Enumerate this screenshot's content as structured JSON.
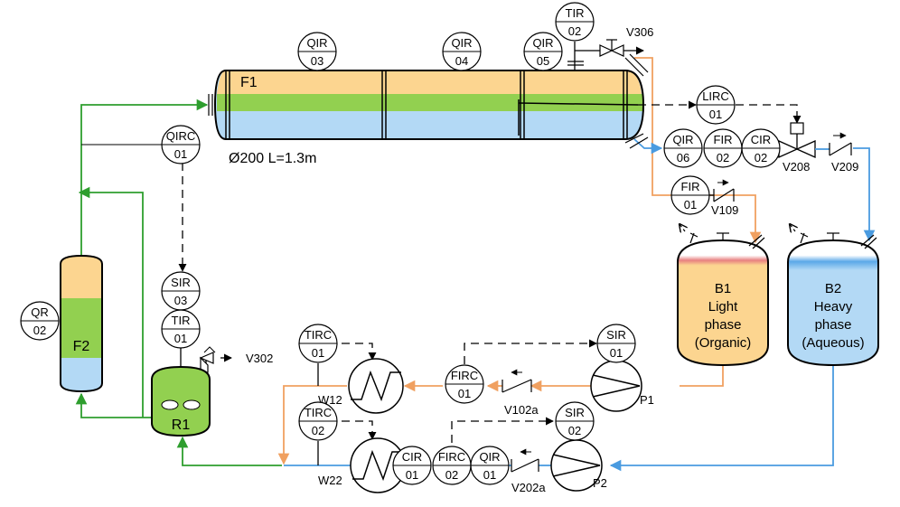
{
  "column": {
    "label": "F1",
    "dimensions": "Ø200  L=1.3m"
  },
  "vessels": {
    "b1": {
      "label": "B1",
      "line1": "Light",
      "line2": "phase",
      "line3": "(Organic)"
    },
    "b2": {
      "label": "B2",
      "line1": "Heavy",
      "line2": "phase",
      "line3": "(Aqueous)"
    },
    "f2": {
      "label": "F2"
    },
    "r1": {
      "label": "R1"
    }
  },
  "instruments": [
    {
      "id": "qir03",
      "top": "QIR",
      "bottom": "03"
    },
    {
      "id": "qir04",
      "top": "QIR",
      "bottom": "04"
    },
    {
      "id": "qir05",
      "top": "QIR",
      "bottom": "05"
    },
    {
      "id": "tir02",
      "top": "TIR",
      "bottom": "02"
    },
    {
      "id": "lirc01",
      "top": "LIRC",
      "bottom": "01"
    },
    {
      "id": "qir06",
      "top": "QIR",
      "bottom": "06"
    },
    {
      "id": "fir02",
      "top": "FIR",
      "bottom": "02"
    },
    {
      "id": "cir02",
      "top": "CIR",
      "bottom": "02"
    },
    {
      "id": "fir01",
      "top": "FIR",
      "bottom": "01"
    },
    {
      "id": "qirc01",
      "top": "QIRC",
      "bottom": "01"
    },
    {
      "id": "qr02",
      "top": "QR",
      "bottom": "02"
    },
    {
      "id": "sir03",
      "top": "SIR",
      "bottom": "03"
    },
    {
      "id": "tir01",
      "top": "TIR",
      "bottom": "01"
    },
    {
      "id": "tirc01",
      "top": "TIRC",
      "bottom": "01"
    },
    {
      "id": "sir01",
      "top": "SIR",
      "bottom": "01"
    },
    {
      "id": "firc01",
      "top": "FIRC",
      "bottom": "01"
    },
    {
      "id": "tirc02",
      "top": "TIRC",
      "bottom": "02"
    },
    {
      "id": "sir02",
      "top": "SIR",
      "bottom": "02"
    },
    {
      "id": "cir01",
      "top": "CIR",
      "bottom": "01"
    },
    {
      "id": "firc02",
      "top": "FIRC",
      "bottom": "02"
    },
    {
      "id": "qir01",
      "top": "QIR",
      "bottom": "01"
    }
  ],
  "labels": {
    "v306": "V306",
    "v208": "V208",
    "v209": "V209",
    "v109": "V109",
    "v302": "V302",
    "w12": "W12",
    "w22": "W22",
    "p1": "P1",
    "p2": "P2",
    "v102a": "V102a",
    "v202a": "V202a"
  },
  "colors": {
    "green": "#2e9e2e",
    "orange": "#f0a060",
    "blue": "#4a9be0",
    "organic_fill": "#fcd590",
    "middle_fill": "#92d050",
    "aqueous_fill": "#b3d9f5",
    "red_band": "#e88080"
  }
}
